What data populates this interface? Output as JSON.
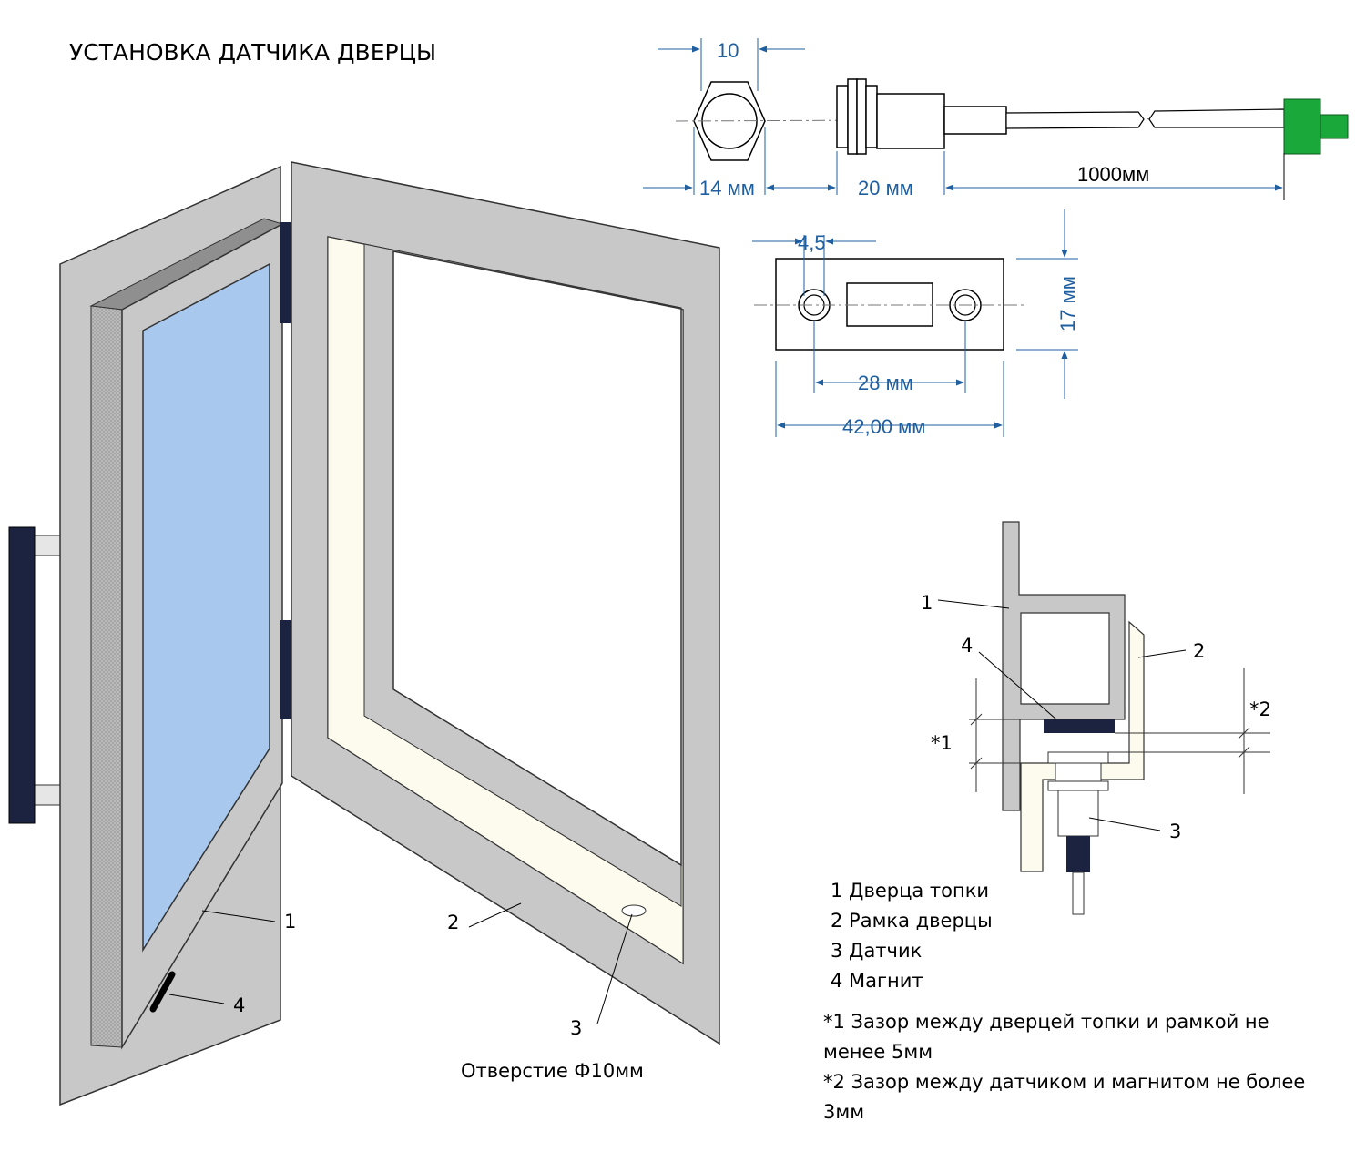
{
  "title": "УСТАНОВКА ДАТЧИКА ДВЕРЦЫ",
  "colors": {
    "frame": "#c8c8c8",
    "glass": "#a8c8ee",
    "seal": "#fdfbee",
    "dark": "#1b2340",
    "connector": "#1aa83a",
    "dimension": "#1f5fa0"
  },
  "sensor_dims": {
    "hex_width": "10",
    "hex_across": "14 мм",
    "body_length": "20 мм",
    "cable_length": "1000мм"
  },
  "magnet_dims": {
    "hole": "4,5",
    "height": "17 мм",
    "hole_spacing": "28 мм",
    "length": "42,00 мм"
  },
  "door_callouts": {
    "c1": "1",
    "c2": "2",
    "c3": "3",
    "c4": "4",
    "hole_note": "Отверстие Ф10мм"
  },
  "section_callouts": {
    "c1": "1",
    "c2": "2",
    "c3": "3",
    "c4": "4",
    "gap1": "*1",
    "gap2": "*2"
  },
  "legend": [
    "1 Дверца топки",
    "2 Рамка дверцы",
    "3 Датчик",
    "4 Магнит"
  ],
  "notes": {
    "note1_line1": "*1 Зазор между дверцей топки и рамкой не",
    "note1_line2": "менее 5мм",
    "note2_line1": "*2 Зазор между датчиком и магнитом не более",
    "note2_line2": "3мм"
  }
}
